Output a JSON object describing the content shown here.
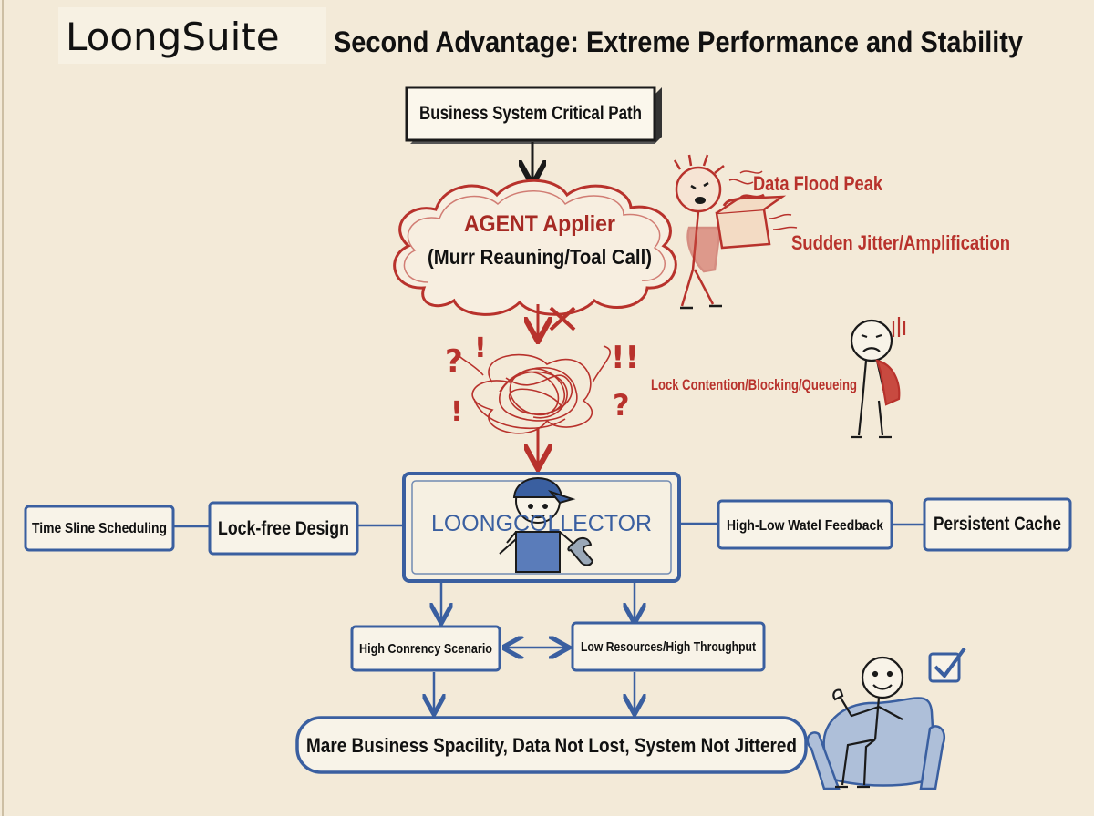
{
  "header": {
    "logo": "LoongSuite",
    "title": "Second Advantage: Extreme Performance and Stability"
  },
  "nodes": {
    "critical_path": "Business System Critical Path",
    "agent_line1": "AGENT Applier",
    "agent_line2": "(Murr Reauning/Toal Call)",
    "collector": "LOONGCOLLECTOR",
    "time_slice": "Time Sline Scheduling",
    "lock_free": "Lock-free Design",
    "watermark": "High-Low Watel Feedback",
    "persistent_cache": "Persistent Cache",
    "high_concurrency": "High Conrency Scenario",
    "low_resources": "Low Resources/High Throughput",
    "result": "Mare Business Spacility, Data Not Lost, System Not Jittered"
  },
  "annotations": {
    "data_flood": "Data Flood Peak",
    "jitter": "Sudden Jitter/Amplification",
    "lock_contention": "Lock Contention/Blocking/Queueing"
  },
  "colors": {
    "paper": "#f3ead8",
    "ink": "#1a1a1a",
    "blue": "#3a5fa0",
    "red": "#b8322c"
  }
}
